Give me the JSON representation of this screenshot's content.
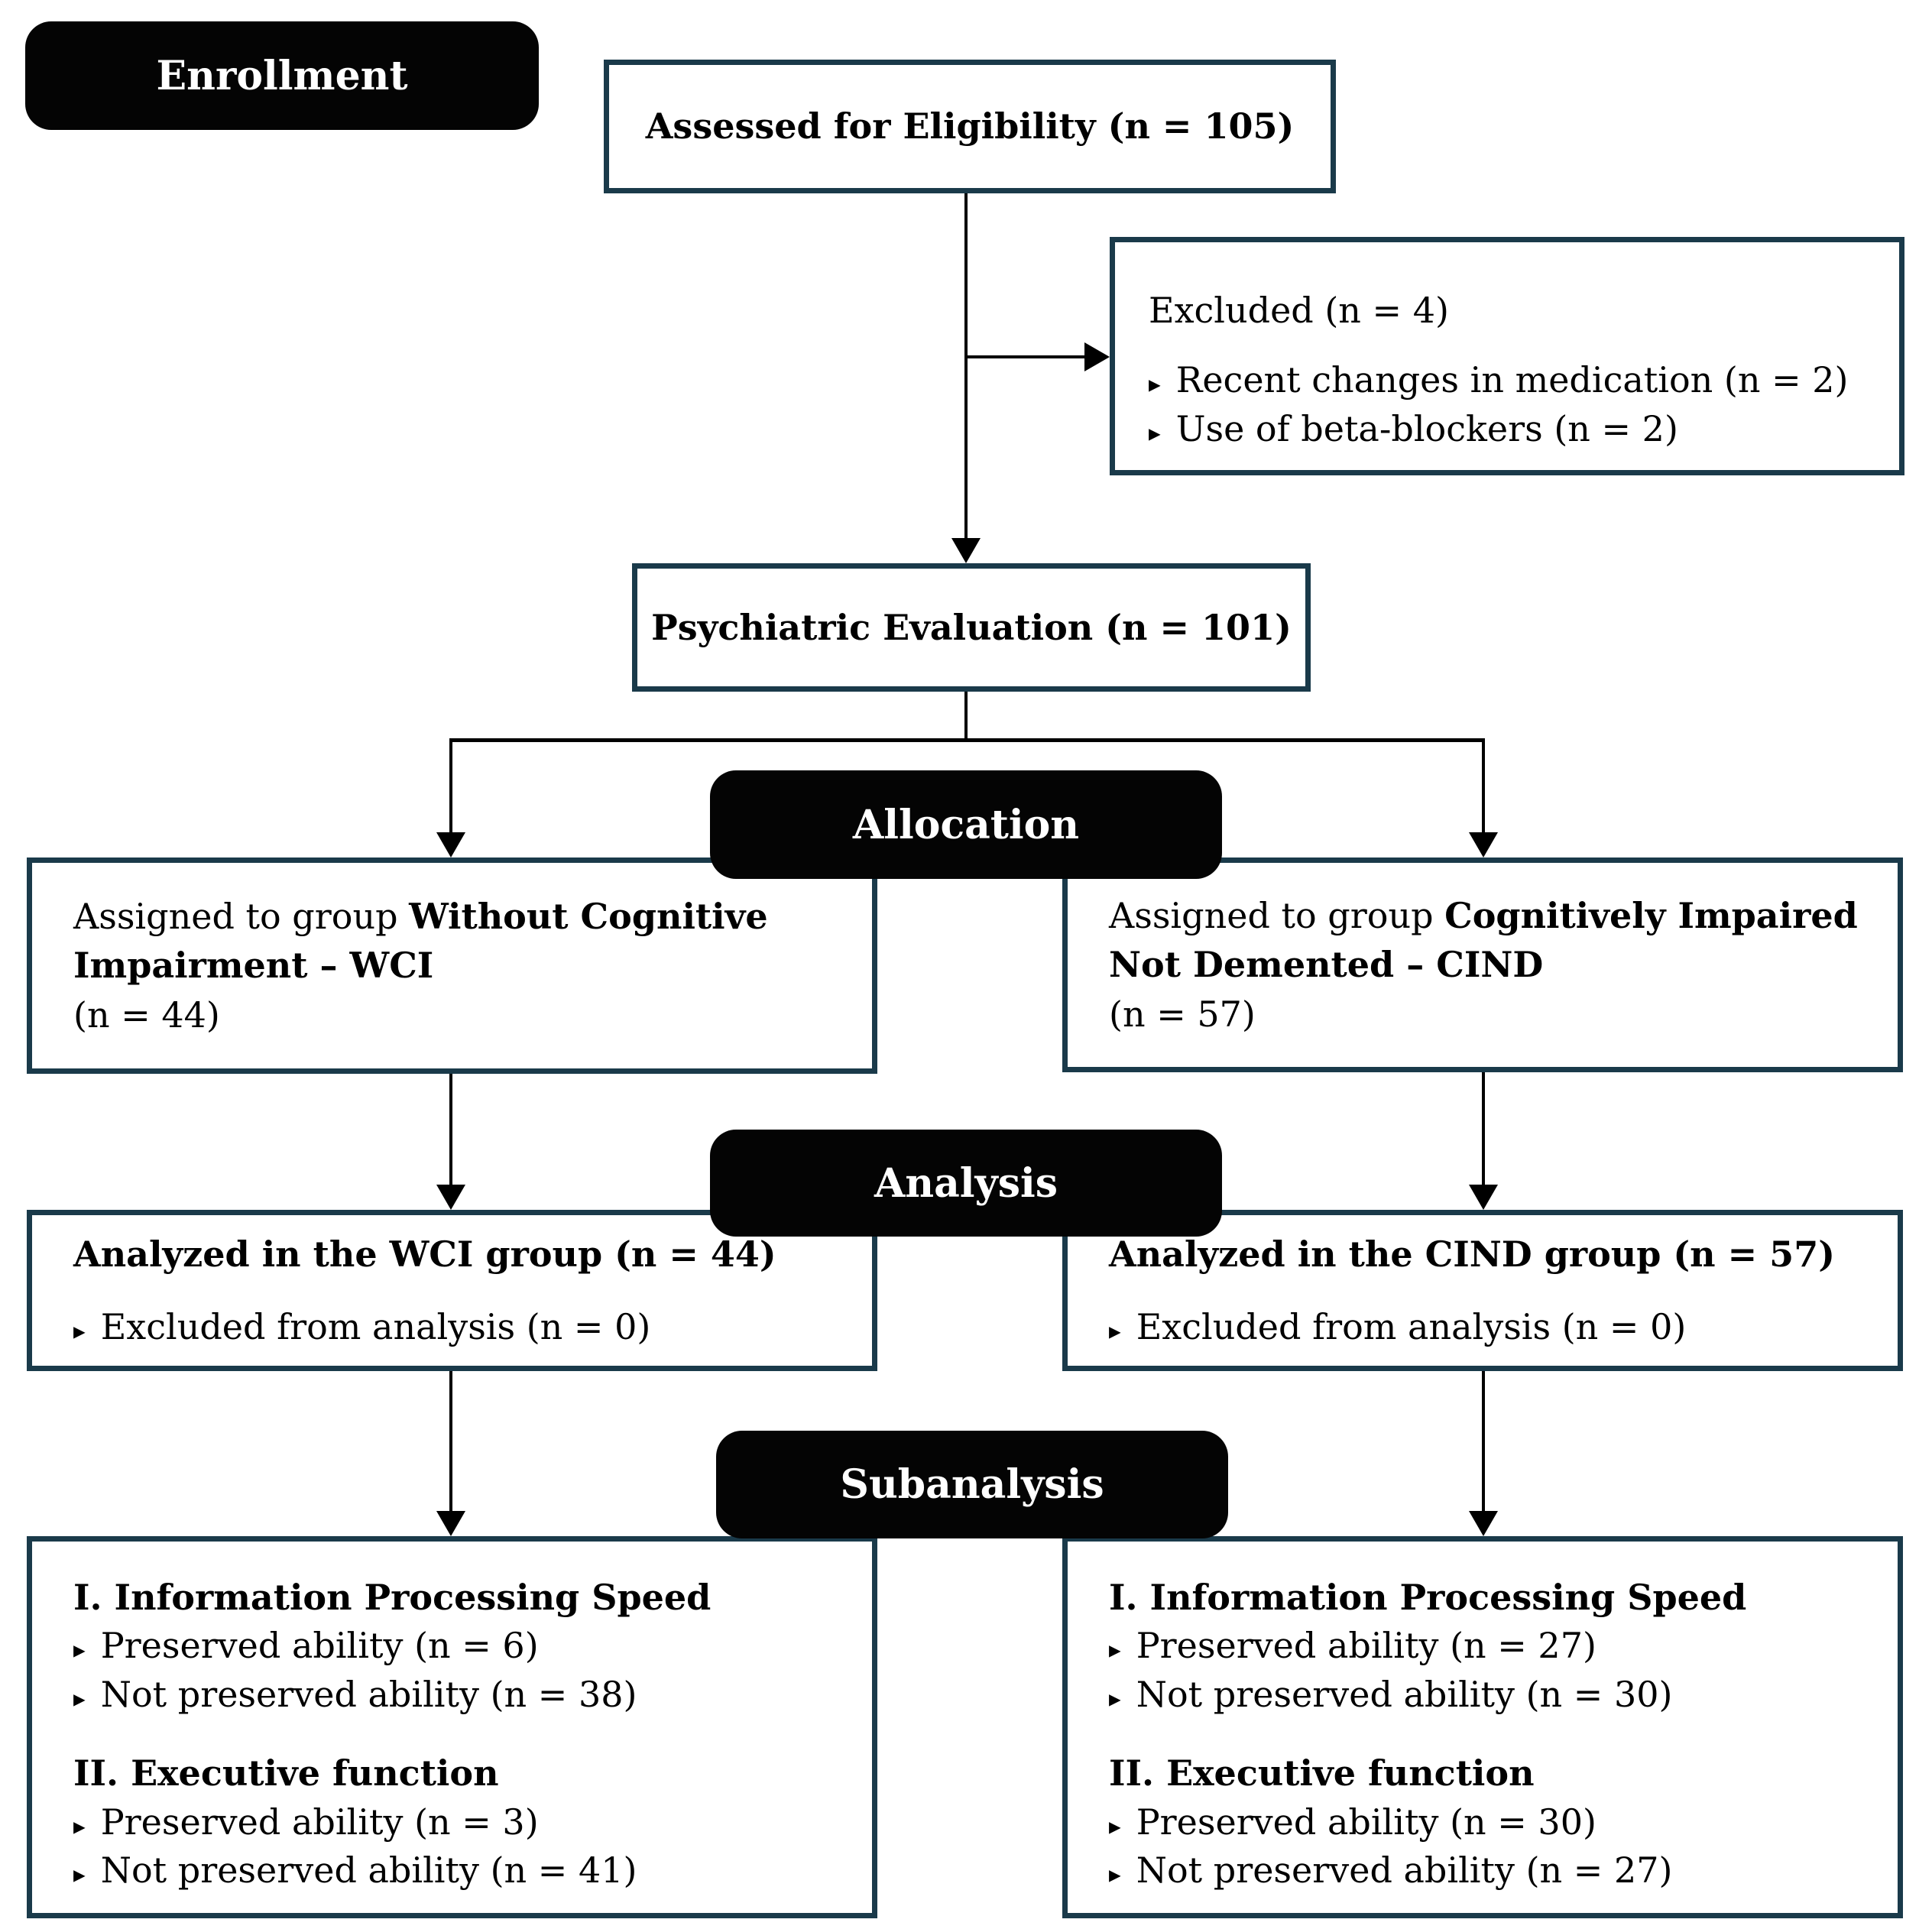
{
  "diagram": {
    "bullet_char": "▸",
    "colors": {
      "box_border": "#1a3a4a",
      "badge_bg": "#040404",
      "badge_text": "#ffffff",
      "connector": "#000000"
    },
    "badges": {
      "enrollment": "Enrollment",
      "allocation": "Allocation",
      "analysis": "Analysis",
      "subanalysis": "Subanalysis"
    },
    "boxes": {
      "assessed": {
        "text": "Assessed for Eligibility (n = 105)"
      },
      "excluded": {
        "title": "Excluded (n = 4)",
        "bullets": [
          "Recent changes in medication (n = 2)",
          "Use of beta-blockers (n = 2)"
        ]
      },
      "psychiatric": {
        "text": "Psychiatric Evaluation (n = 101)"
      },
      "alloc_left": {
        "prefix": "Assigned to group ",
        "group": "Without Cognitive Impairment – WCI",
        "n": "(n = 44)"
      },
      "alloc_right": {
        "prefix": "Assigned to group ",
        "group": "Cognitively Impaired Not Demented – CIND",
        "n": "(n = 57)"
      },
      "analysis_left": {
        "title": "Analyzed in the WCI group (n = 44)",
        "bullet": "Excluded from analysis (n = 0)"
      },
      "analysis_right": {
        "title": "Analyzed in the CIND group (n = 57)",
        "bullet": "Excluded from analysis (n = 0)"
      },
      "sub_left": {
        "s1_title": "I. Information Processing Speed",
        "s1_bullets": [
          "Preserved ability (n = 6)",
          "Not preserved ability (n = 38)"
        ],
        "s2_title": "II. Executive function",
        "s2_bullets": [
          "Preserved ability (n = 3)",
          "Not preserved ability (n = 41)"
        ]
      },
      "sub_right": {
        "s1_title": "I. Information Processing Speed",
        "s1_bullets": [
          "Preserved ability (n = 27)",
          "Not preserved ability (n = 30)"
        ],
        "s2_title": "II. Executive function",
        "s2_bullets": [
          "Preserved ability (n = 30)",
          "Not preserved ability (n = 27)"
        ]
      }
    }
  }
}
